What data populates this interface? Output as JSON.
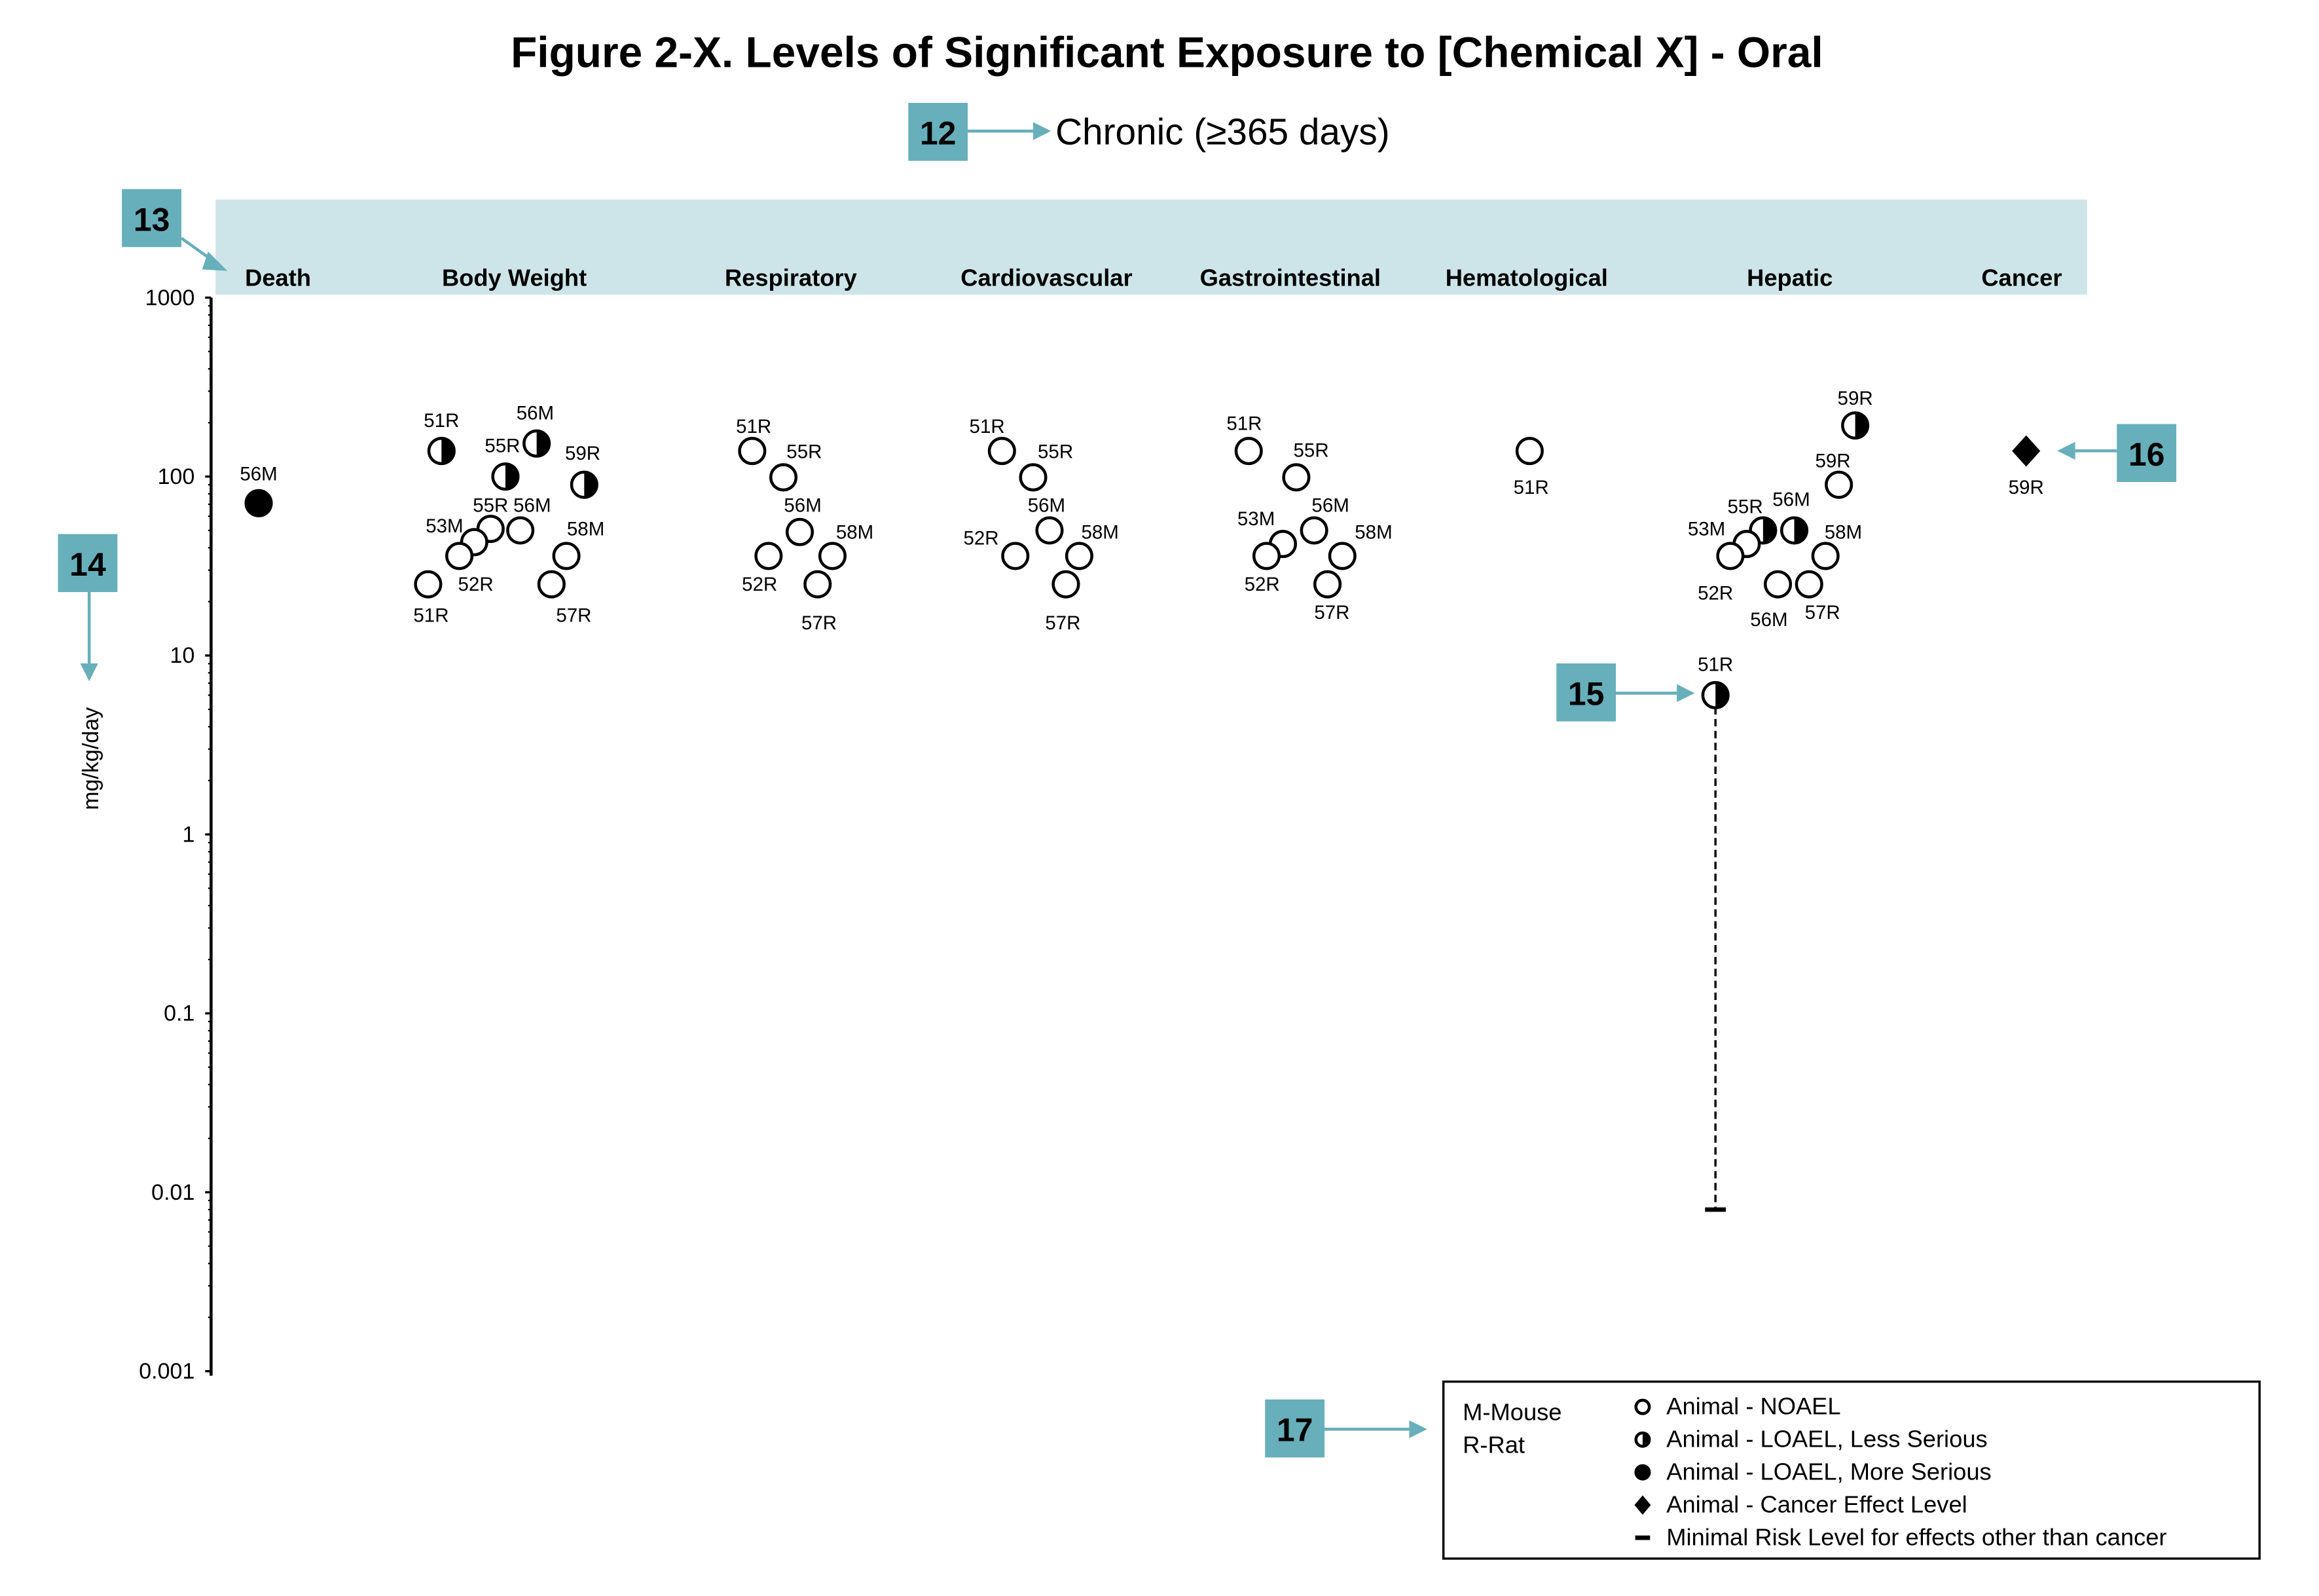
{
  "chart_data": {
    "type": "scatter",
    "title": "Figure 2-X. Levels of Significant Exposure to [Chemical X] - Oral",
    "subtitle": "Chronic (≥365 days)",
    "ylabel": "mg/kg/day",
    "yscale": "log",
    "ylim": [
      0.001,
      1000
    ],
    "yticks": [
      "1000",
      "100",
      "10",
      "1",
      "0.1",
      "0.01",
      "0.001"
    ],
    "categories": [
      "Death",
      "Body Weight",
      "Respiratory",
      "Cardiovascular",
      "Gastrointestinal",
      "Hematological",
      "Hepatic",
      "Cancer"
    ],
    "points": [
      {
        "category": "Death",
        "label": "56M",
        "value": 71,
        "type": "loael_more"
      },
      {
        "category": "Body Weight",
        "label": "51R",
        "value": 139,
        "type": "loael_less"
      },
      {
        "category": "Body Weight",
        "label": "56M",
        "value": 153,
        "type": "loael_less"
      },
      {
        "category": "Body Weight",
        "label": "55R",
        "value": 100,
        "type": "loael_less"
      },
      {
        "category": "Body Weight",
        "label": "59R",
        "value": 90,
        "type": "loael_less"
      },
      {
        "category": "Body Weight",
        "label": "55R",
        "value": 51,
        "type": "noael"
      },
      {
        "category": "Body Weight",
        "label": "56M",
        "value": 50,
        "type": "noael"
      },
      {
        "category": "Body Weight",
        "label": "53M",
        "value": 43,
        "type": "noael"
      },
      {
        "category": "Body Weight",
        "label": "52R",
        "value": 36,
        "type": "noael"
      },
      {
        "category": "Body Weight",
        "label": "51R",
        "value": 25,
        "type": "noael"
      },
      {
        "category": "Body Weight",
        "label": "58M",
        "value": 36,
        "type": "noael"
      },
      {
        "category": "Body Weight",
        "label": "57R",
        "value": 25,
        "type": "noael"
      },
      {
        "category": "Respiratory",
        "label": "51R",
        "value": 139,
        "type": "noael"
      },
      {
        "category": "Respiratory",
        "label": "55R",
        "value": 99,
        "type": "noael"
      },
      {
        "category": "Respiratory",
        "label": "56M",
        "value": 49,
        "type": "noael"
      },
      {
        "category": "Respiratory",
        "label": "52R",
        "value": 36,
        "type": "noael"
      },
      {
        "category": "Respiratory",
        "label": "58M",
        "value": 36,
        "type": "noael"
      },
      {
        "category": "Respiratory",
        "label": "57R",
        "value": 25,
        "type": "noael"
      },
      {
        "category": "Cardiovascular",
        "label": "51R",
        "value": 139,
        "type": "noael"
      },
      {
        "category": "Cardiovascular",
        "label": "55R",
        "value": 99,
        "type": "noael"
      },
      {
        "category": "Cardiovascular",
        "label": "56M",
        "value": 50,
        "type": "noael"
      },
      {
        "category": "Cardiovascular",
        "label": "52R",
        "value": 36,
        "type": "noael"
      },
      {
        "category": "Cardiovascular",
        "label": "58M",
        "value": 36,
        "type": "noael"
      },
      {
        "category": "Cardiovascular",
        "label": "57R",
        "value": 25,
        "type": "noael"
      },
      {
        "category": "Gastrointestinal",
        "label": "51R",
        "value": 139,
        "type": "noael"
      },
      {
        "category": "Gastrointestinal",
        "label": "55R",
        "value": 99,
        "type": "noael"
      },
      {
        "category": "Gastrointestinal",
        "label": "53M",
        "value": 42,
        "type": "noael"
      },
      {
        "category": "Gastrointestinal",
        "label": "52R",
        "value": 36,
        "type": "noael"
      },
      {
        "category": "Gastrointestinal",
        "label": "56M",
        "value": 50,
        "type": "noael"
      },
      {
        "category": "Gastrointestinal",
        "label": "58M",
        "value": 36,
        "type": "noael"
      },
      {
        "category": "Gastrointestinal",
        "label": "57R",
        "value": 25,
        "type": "noael"
      },
      {
        "category": "Hematological",
        "label": "51R",
        "value": 139,
        "type": "noael"
      },
      {
        "category": "Hepatic",
        "label": "59R",
        "value": 193,
        "type": "loael_less"
      },
      {
        "category": "Hepatic",
        "label": "59R",
        "value": 90,
        "type": "noael"
      },
      {
        "category": "Hepatic",
        "label": "55R",
        "value": 50,
        "type": "loael_less"
      },
      {
        "category": "Hepatic",
        "label": "56M",
        "value": 50,
        "type": "loael_less"
      },
      {
        "category": "Hepatic",
        "label": "53M",
        "value": 42,
        "type": "noael"
      },
      {
        "category": "Hepatic",
        "label": "52R",
        "value": 36,
        "type": "noael"
      },
      {
        "category": "Hepatic",
        "label": "56M",
        "value": 25,
        "type": "noael"
      },
      {
        "category": "Hepatic",
        "label": "58M",
        "value": 36,
        "type": "noael"
      },
      {
        "category": "Hepatic",
        "label": "57R",
        "value": 25,
        "type": "noael"
      },
      {
        "category": "Hepatic",
        "label": "51R",
        "value": 6,
        "type": "loael_less"
      },
      {
        "category": "Cancer",
        "label": "59R",
        "value": 139,
        "type": "cancer"
      }
    ],
    "mrl": {
      "category": "Hepatic",
      "value": 0.008,
      "from_value": 6
    },
    "legend": {
      "species": [
        "M-Mouse",
        "R-Rat"
      ],
      "items": [
        {
          "symbol": "noael",
          "label": "Animal - NOAEL"
        },
        {
          "symbol": "loael_less",
          "label": "Animal - LOAEL, Less Serious"
        },
        {
          "symbol": "loael_more",
          "label": "Animal - LOAEL, More Serious"
        },
        {
          "symbol": "cancer",
          "label": "Animal - Cancer Effect Level"
        },
        {
          "symbol": "mrl",
          "label": "Minimal Risk Level for effects other than cancer"
        }
      ]
    }
  },
  "callouts": [
    "12",
    "13",
    "14",
    "15",
    "16",
    "17"
  ],
  "colors": {
    "callout": "#67AFBB",
    "header_band": "#CDE5E9"
  }
}
